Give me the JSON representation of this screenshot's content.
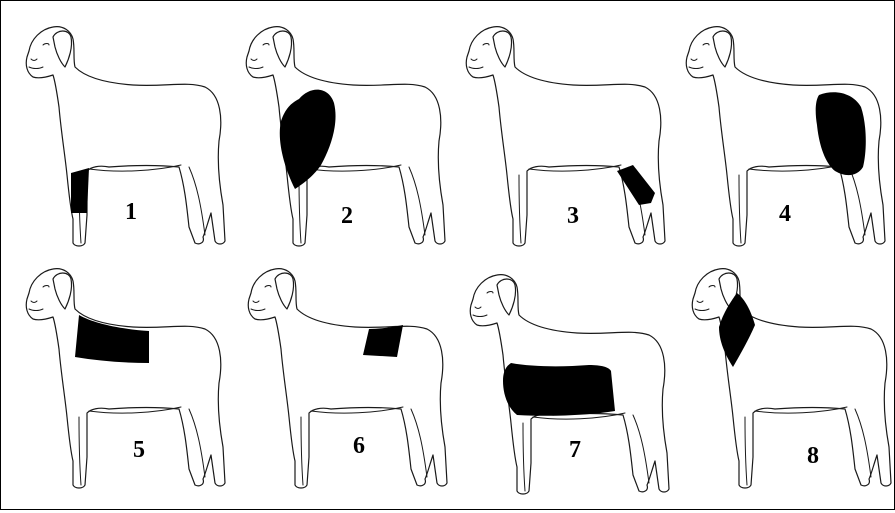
{
  "panels": [
    {
      "label": "1",
      "cut": "foreleg-shank"
    },
    {
      "label": "2",
      "cut": "shoulder"
    },
    {
      "label": "3",
      "cut": "hindleg-shank"
    },
    {
      "label": "4",
      "cut": "leg"
    },
    {
      "label": "5",
      "cut": "rack"
    },
    {
      "label": "6",
      "cut": "loin"
    },
    {
      "label": "7",
      "cut": "breast-flank"
    },
    {
      "label": "8",
      "cut": "neck"
    }
  ],
  "colors": {
    "highlight": "#000000",
    "outline": "#1a1a1a"
  }
}
